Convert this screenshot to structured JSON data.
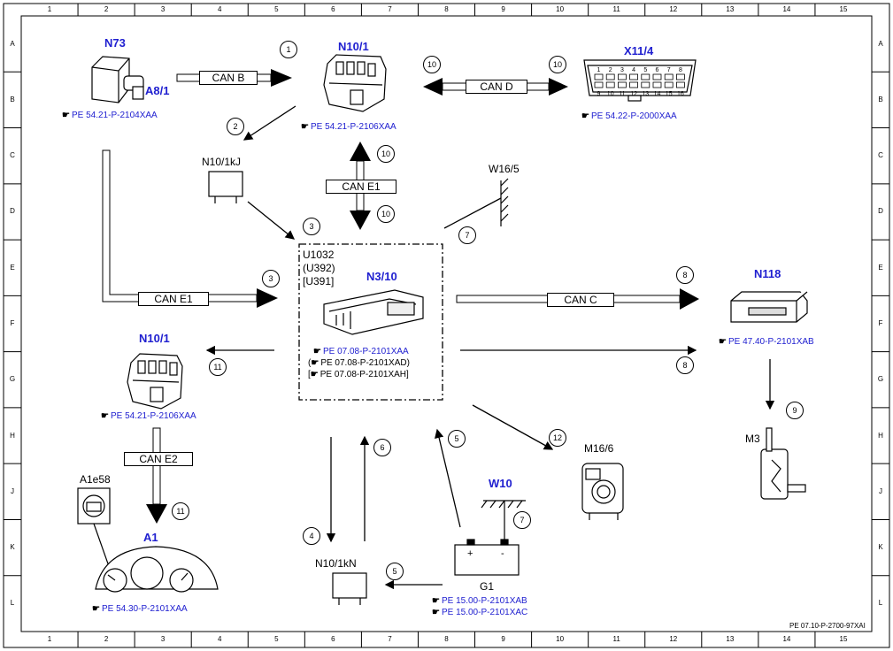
{
  "grid": {
    "columns": [
      "1",
      "2",
      "3",
      "4",
      "5",
      "6",
      "7",
      "8",
      "9",
      "10",
      "11",
      "12",
      "13",
      "14",
      "15"
    ],
    "rows": [
      "A",
      "B",
      "C",
      "D",
      "E",
      "F",
      "G",
      "H",
      "J",
      "K",
      "L"
    ]
  },
  "components": {
    "n73": {
      "label": "N73",
      "sub": "A8/1",
      "ref": "PE 54.21-P-2104XAA"
    },
    "n10_1_top": {
      "label": "N10/1",
      "ref": "PE 54.21-P-2106XAA"
    },
    "x11_4": {
      "label": "X11/4",
      "ref": "PE 54.22-P-2000XAA",
      "pins_top": [
        "1",
        "2",
        "3",
        "4",
        "5",
        "6",
        "7",
        "8"
      ],
      "pins_bottom": [
        "9",
        "10",
        "11",
        "12",
        "13",
        "14",
        "15",
        "16"
      ]
    },
    "n10_1kj": {
      "label": "N10/1kJ"
    },
    "w16_5": {
      "label": "W16/5"
    },
    "n3_10": {
      "label": "N3/10",
      "codes": [
        "U1032",
        "(U392)",
        "[U391]"
      ],
      "refs": [
        "PE 07.08-P-2101XAA",
        "PE 07.08-P-2101XAD",
        "PE 07.08-P-2101XAH"
      ]
    },
    "n118": {
      "label": "N118",
      "ref": "PE 47.40-P-2101XAB"
    },
    "n10_1_left": {
      "label": "N10/1",
      "ref": "PE 54.21-P-2106XAA"
    },
    "m3": {
      "label": "M3"
    },
    "m16_6": {
      "label": "M16/6"
    },
    "w10": {
      "label": "W10"
    },
    "a1e58": {
      "label": "A1e58"
    },
    "a1": {
      "label": "A1",
      "ref": "PE 54.30-P-2101XAA"
    },
    "n10_1kn": {
      "label": "N10/1kN"
    },
    "g1": {
      "label": "G1",
      "refs": [
        "PE 15.00-P-2101XAB",
        "PE 15.00-P-2101XAC"
      ],
      "plus": "+",
      "minus": "-"
    }
  },
  "buses": {
    "can_b": "CAN B",
    "can_d": "CAN D",
    "can_e1_top": "CAN E1",
    "can_e1_left": "CAN E1",
    "can_c": "CAN C",
    "can_e2": "CAN E2"
  },
  "markers": [
    "1",
    "2",
    "3",
    "3",
    "4",
    "5",
    "5",
    "6",
    "7",
    "7",
    "8",
    "8",
    "9",
    "10",
    "10",
    "10",
    "10",
    "11",
    "11",
    "12"
  ],
  "doc_id": "PE 07.10-P-2700-97XAI",
  "ref_symbol": "☛"
}
